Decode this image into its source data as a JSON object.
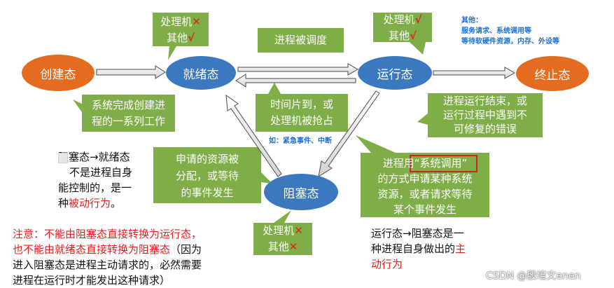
{
  "states": {
    "create": "创建态",
    "ready": "就绪态",
    "running": "运行态",
    "terminate": "终止态",
    "blocked": "阻塞态"
  },
  "notes": {
    "ready_resources": {
      "cpu": "处理机",
      "cpu_mark": "✕",
      "other": "其他",
      "other_mark": "√"
    },
    "running_resources": {
      "cpu": "处理机",
      "cpu_mark": "√",
      "other": "其他",
      "other_mark": "√"
    },
    "blocked_resources": {
      "cpu": "处理机",
      "cpu_mark": "✕",
      "other": "其他",
      "other_mark": "✕"
    },
    "scheduled": "进程被调度",
    "create_done": [
      "系统完成创建进",
      "程的一系列工作"
    ],
    "timeslice": [
      "时间片到，或",
      "处理机被抢占"
    ],
    "terminate_reason": [
      "进程运行结束，或",
      "运行过程中遇到不",
      "可修复的错误"
    ],
    "resource_allocated": [
      "申请的资源被",
      "分配，或等待",
      "的事件发生"
    ],
    "syscall_prefix": "进程用",
    "syscall_highlight": "“系统调用”",
    "syscall_rest": [
      "的方式申请某种系统",
      "资源，或者请求等待",
      "某个事件发生"
    ]
  },
  "blue_notes": {
    "other_title": "其他：",
    "other_line1": "服务请求、系统调用等",
    "other_line2": "等待软硬件资源，内存、外设等",
    "example": "如：紧急事件、中断"
  },
  "texts": {
    "blocked_to_ready_1": "阻塞态→就绪态",
    "blocked_to_ready_2": "不是进程自身",
    "blocked_to_ready_3": "能控制的，是一",
    "blocked_to_ready_4a": "种",
    "blocked_to_ready_4b": "被动行为",
    "blocked_to_ready_4c": "。",
    "warning_1": "注意：不能由阻塞态直接转换为运行态，",
    "warning_2a": "也不能由就绪态直接转换为阻塞态",
    "warning_2b": "（因为",
    "warning_3": "进入阻塞态是进程主动请求的，必然需要",
    "warning_4": "进程在运行时才能发出这种请求）",
    "running_to_blocked_1": "运行态→阻塞态是一",
    "running_to_blocked_2a": "种进程自身做出的",
    "running_to_blocked_2b": "主",
    "running_to_blocked_3": "动行为"
  },
  "watermark": "CSDN @殷培文enen"
}
